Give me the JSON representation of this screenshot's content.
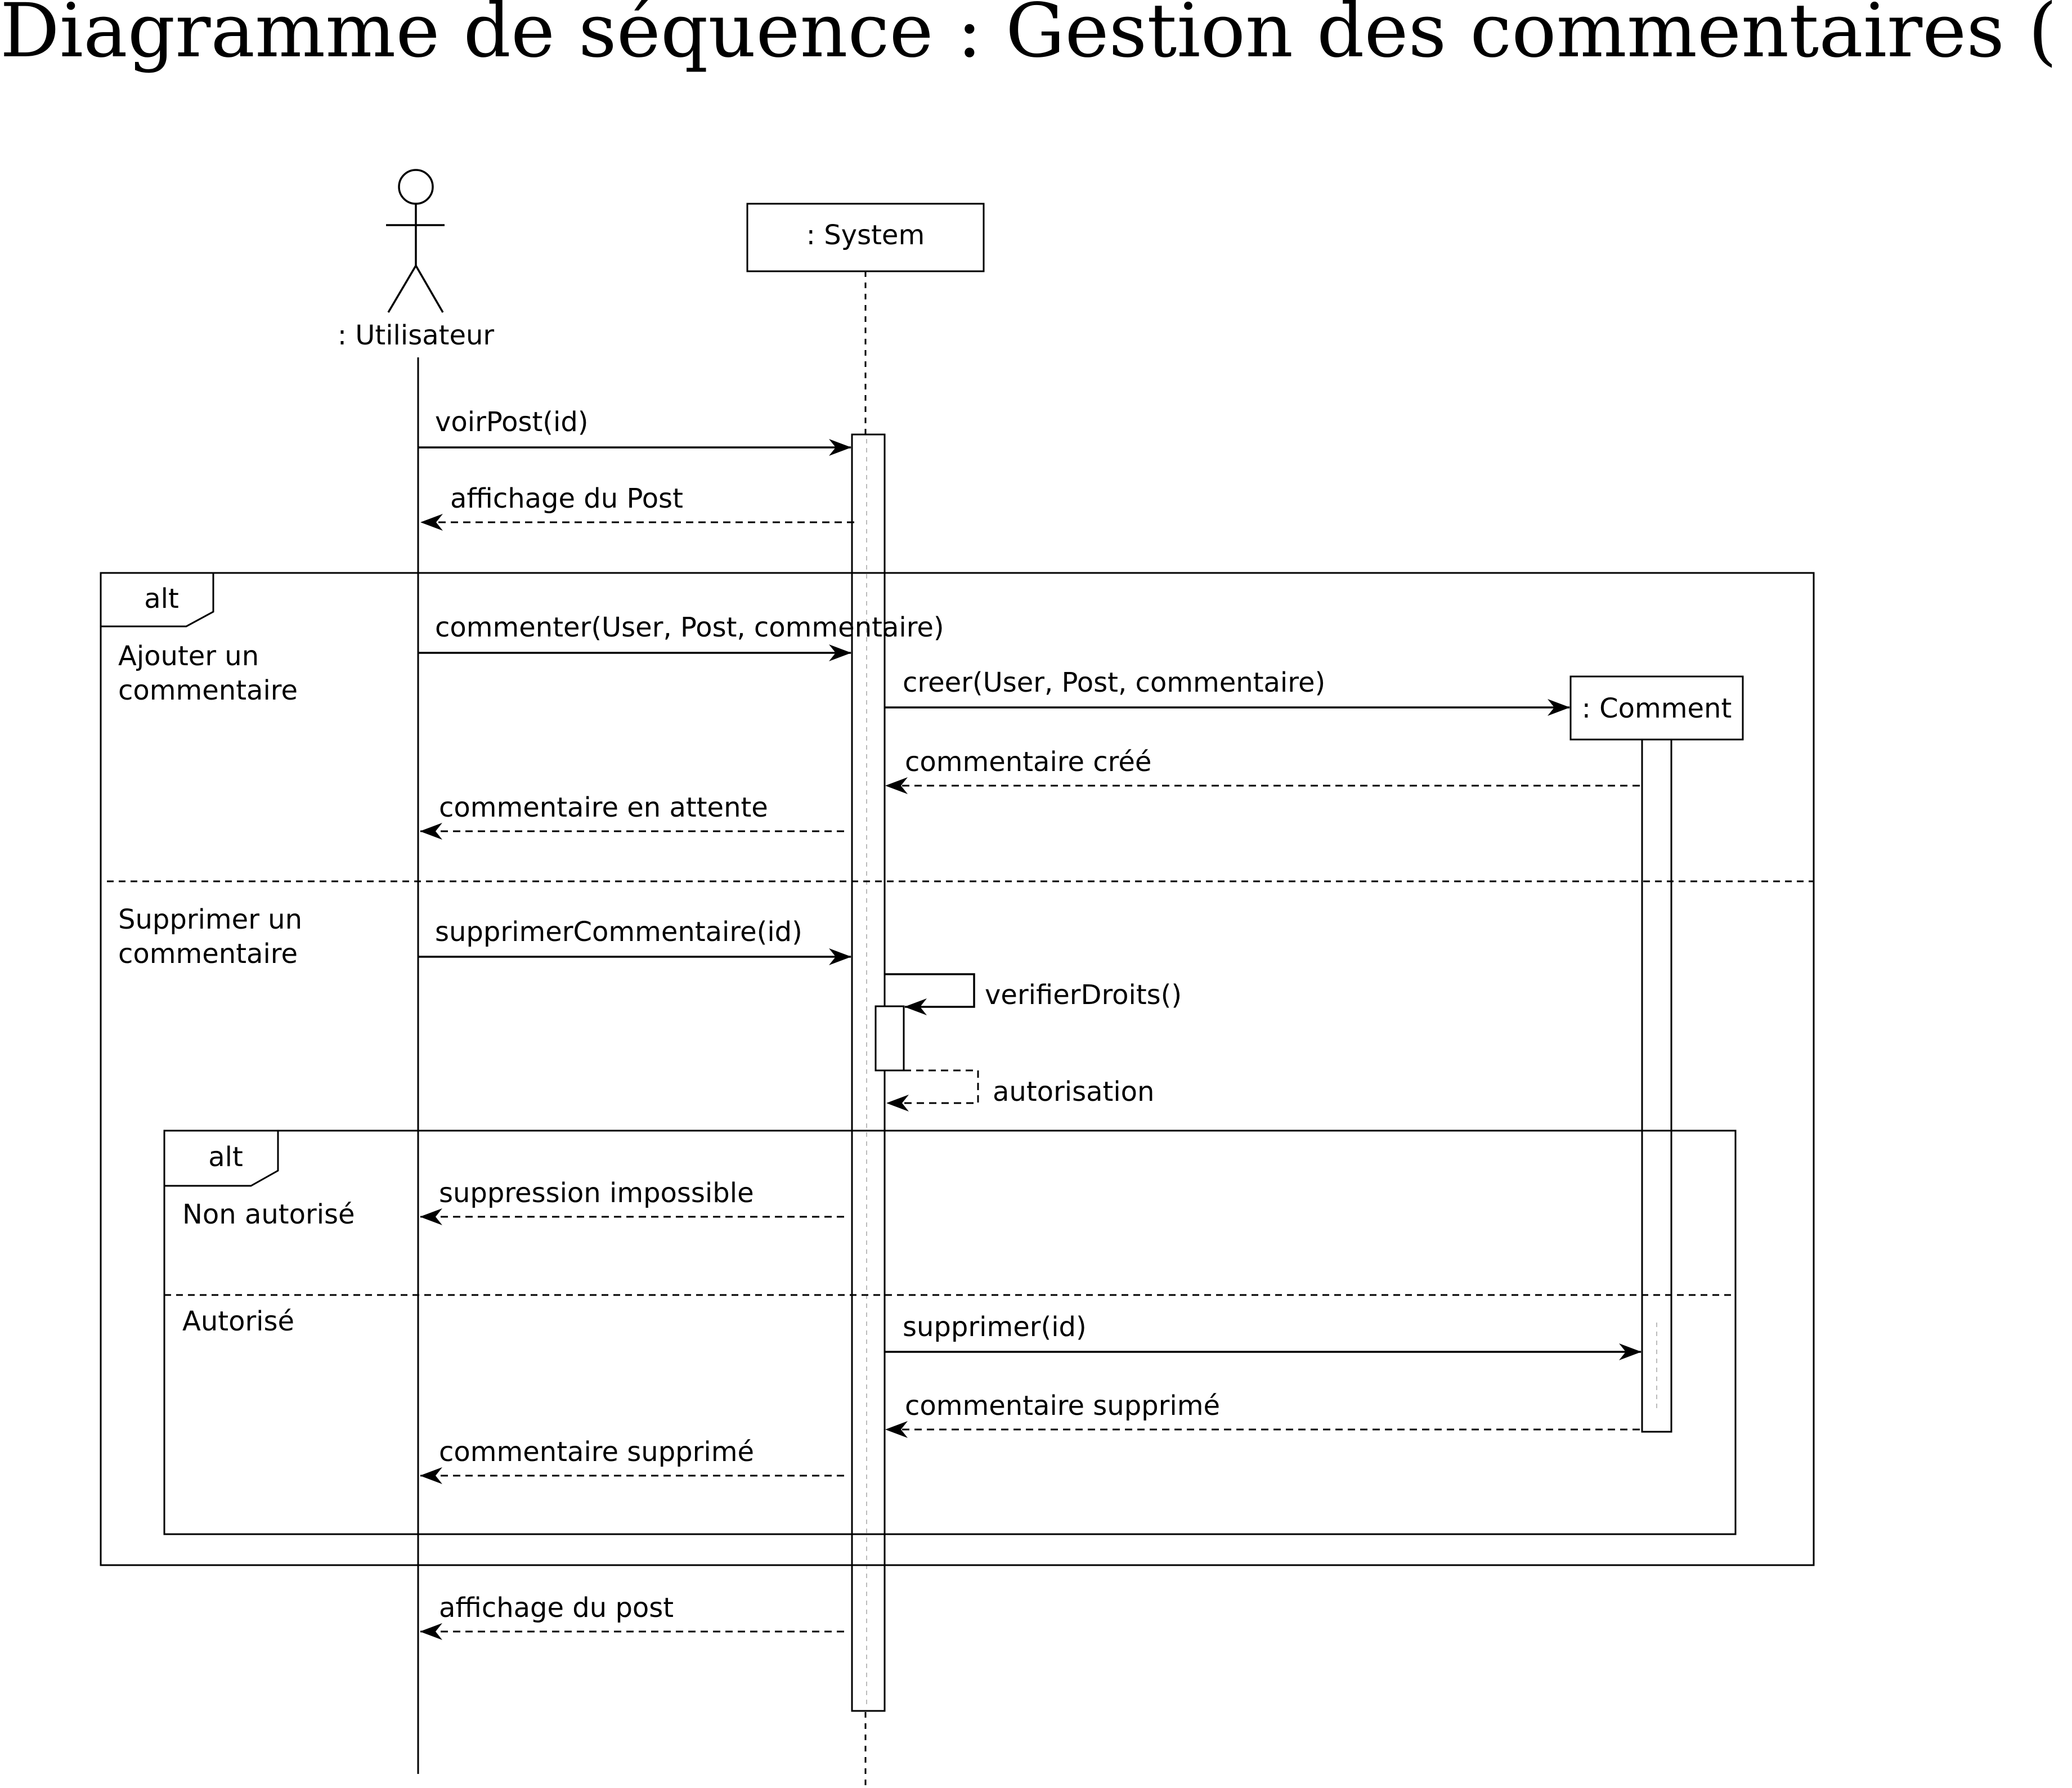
{
  "title": "Diagramme de séquence : Gestion des commentaires ( Front )",
  "participants": {
    "user": ": Utilisateur",
    "system": ": System",
    "comment": ": Comment"
  },
  "messages": {
    "m1": "voirPost(id)",
    "m2": "affichage du Post",
    "m3": "commenter(User, Post, commentaire)",
    "m4": "creer(User, Post, commentaire)",
    "m5": "commentaire créé",
    "m6": "commentaire en attente",
    "m7": "supprimerCommentaire(id)",
    "m8": "verifierDroits()",
    "m9": "autorisation",
    "m10": "suppression impossible",
    "m11": "supprimer(id)",
    "m12": "commentaire supprimé",
    "m13": "commentaire supprimé",
    "m14": "affichage du post"
  },
  "fragments": {
    "outer": {
      "operator": "alt",
      "guard1_line1": "Ajouter un",
      "guard1_line2": "commentaire",
      "guard2_line1": "Supprimer un",
      "guard2_line2": "commentaire"
    },
    "inner": {
      "operator": "alt",
      "guard1": "Non autorisé",
      "guard2": "Autorisé"
    }
  }
}
